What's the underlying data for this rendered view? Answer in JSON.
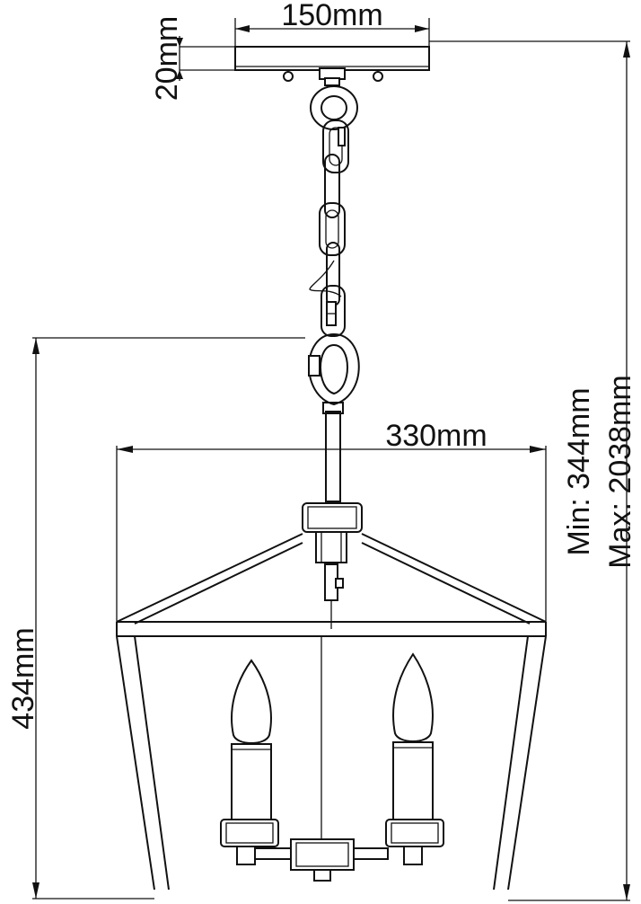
{
  "dimensions": {
    "canopy_width": "150mm",
    "canopy_height": "20mm",
    "body_width": "330mm",
    "body_height": "434mm",
    "overall_min": "Min: 344mm",
    "overall_max": "Max: 2038mm"
  }
}
